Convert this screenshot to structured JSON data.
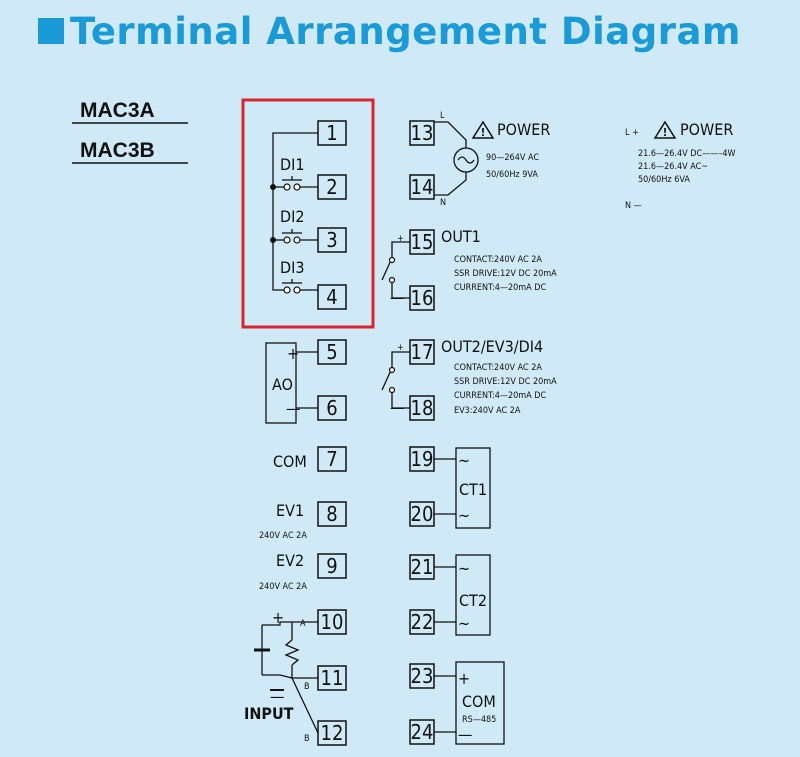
{
  "title": "Terminal Arrangement Diagram",
  "models": [
    "MAC3A",
    "MAC3B"
  ],
  "terminals": [
    "1",
    "2",
    "3",
    "4",
    "5",
    "6",
    "7",
    "8",
    "9",
    "10",
    "11",
    "12",
    "13",
    "14",
    "15",
    "16",
    "17",
    "18",
    "19",
    "20",
    "21",
    "22",
    "23",
    "24"
  ],
  "di": [
    "DI1",
    "DI2",
    "DI3"
  ],
  "ao": {
    "label": "AO",
    "plus": "+",
    "minus": "—"
  },
  "com": "COM",
  "ev1": {
    "label": "EV1",
    "rating": "240V AC 2A"
  },
  "ev2": {
    "label": "EV2",
    "rating": "240V AC 2A"
  },
  "input": {
    "label": "INPUT",
    "a": "A",
    "b1": "B",
    "b2": "B",
    "plus": "+",
    "minus": "—"
  },
  "power_ac": {
    "title": "POWER",
    "l": "L",
    "n": "N",
    "spec1": "90—264V AC",
    "spec2": "50/60Hz 9VA"
  },
  "power_dc": {
    "title": "POWER",
    "l": "L +",
    "n": "N —",
    "spec1": "21.6—26.4V DC——–4W",
    "spec2": "21.6—26.4V AC~",
    "spec3": "50/60Hz 6VA"
  },
  "out1": {
    "title": "OUT1",
    "plus": "+",
    "minus": "—",
    "contact": "CONTACT:240V AC 2A",
    "ssr": "SSR DRIVE:12V DC 20mA",
    "current": "CURRENT:4—20mA DC"
  },
  "out2": {
    "title": "OUT2/EV3/DI4",
    "plus": "+",
    "minus": "—",
    "contact": "CONTACT:240V AC 2A",
    "ssr": "SSR DRIVE:12V DC 20mA",
    "current": "CURRENT:4—20mA DC",
    "ev3": "EV3:240V AC 2A"
  },
  "ct1": {
    "label": "CT1",
    "t1": "~",
    "t2": "~"
  },
  "ct2": {
    "label": "CT2",
    "t1": "~",
    "t2": "~"
  },
  "rs485": {
    "com": "COM",
    "rs": "RS—485",
    "plus": "+",
    "minus": "—"
  },
  "colors": {
    "title": "#1a9ad6",
    "highlight": "#d7262e",
    "background": "#cfeaf6"
  }
}
